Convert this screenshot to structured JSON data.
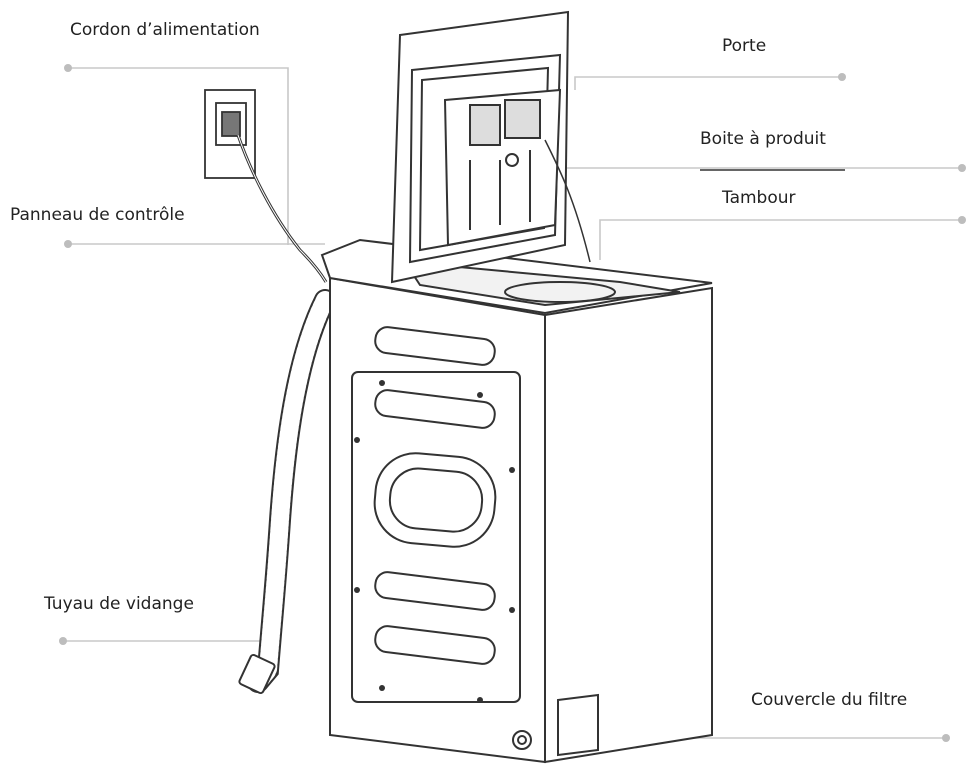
{
  "labels": {
    "cordon": "Cordon d’alimentation",
    "porte": "Porte",
    "boite": "Boite à produit",
    "tambour": "Tambour",
    "panneau": "Panneau de contrôle",
    "tuyau": "Tuyau de vidange",
    "couvercle": "Couvercle du filtre"
  },
  "colors": {
    "outline": "#333333",
    "leader": "#c8c8c8",
    "dot": "#bdbdbd",
    "text": "#222222"
  }
}
